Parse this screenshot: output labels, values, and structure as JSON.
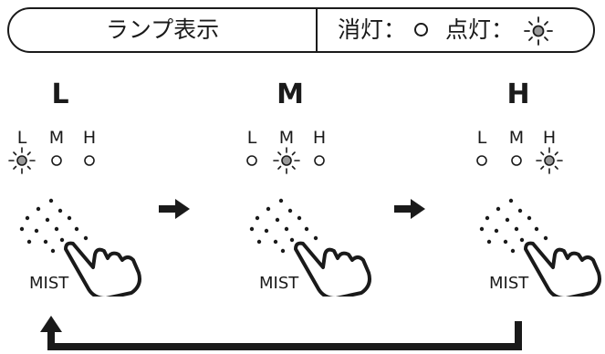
{
  "legend": {
    "title": "ランプ表示",
    "off_label": "消灯：",
    "on_label": "点灯："
  },
  "stages": [
    {
      "level": "L",
      "lamp_labels": [
        "L",
        "M",
        "H"
      ],
      "lit": 0,
      "button_label": "MIST"
    },
    {
      "level": "M",
      "lamp_labels": [
        "L",
        "M",
        "H"
      ],
      "lit": 1,
      "button_label": "MIST"
    },
    {
      "level": "H",
      "lamp_labels": [
        "L",
        "M",
        "H"
      ],
      "lit": 2,
      "button_label": "MIST"
    }
  ],
  "icons": {
    "lamp_off": "hollow-circle-icon",
    "lamp_on": "lit-lamp-icon",
    "step_arrow": "arrow-right-icon",
    "return_arrow": "return-arrow-icon",
    "press": "pointing-hand-icon"
  },
  "colors": {
    "ink": "#1a1a1a",
    "lit_fill": "#9a9a9a"
  }
}
